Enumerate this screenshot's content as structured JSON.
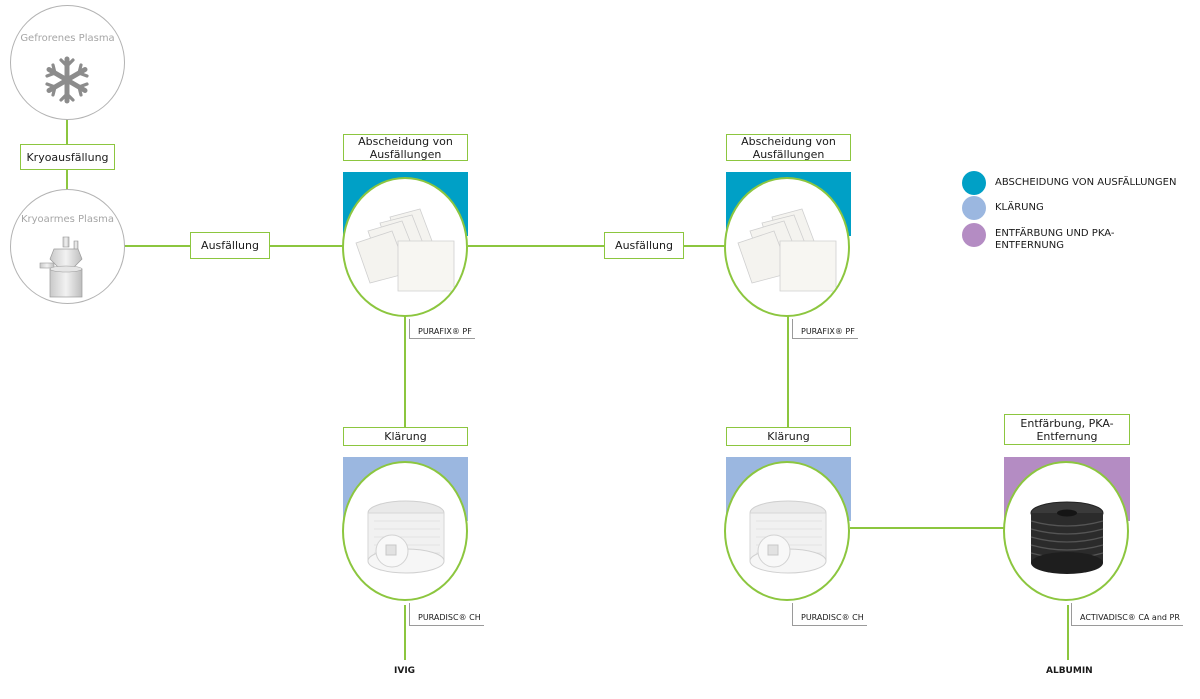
{
  "colors": {
    "precipitate_separation": "#00a0c6",
    "clarification": "#9bb7e0",
    "decolorization": "#b48cc3",
    "connector": "#8cc63f"
  },
  "plasma": {
    "frozen": {
      "title": "Gefrorenes Plasma",
      "icon": "snowflake-icon"
    },
    "cryo_step": "Kryoausfällung",
    "cryo_poor": {
      "title": "Kryoarmes Plasma",
      "icon": "centrifuge-icon"
    }
  },
  "steps": {
    "precip_1": "Ausfällung",
    "precip_2": "Ausfällung",
    "separation_1": "Abscheidung von Ausfällungen",
    "separation_2": "Abscheidung von Ausfällungen",
    "clarification_1": "Klärung",
    "clarification_2": "Klärung",
    "decolor": "Entfärbung, PKA-Entfernung"
  },
  "products": {
    "purafix_1": "PURAFIX® PF",
    "purafix_2": "PURAFIX® PF",
    "puradisc_1": "PURADISC® CH",
    "puradisc_2": "PURADISC® CH",
    "activadisc": "ACTIVADISC® CA and PR"
  },
  "outputs": {
    "ivig": "IVIG",
    "albumin": "ALBUMIN"
  },
  "legend": [
    {
      "label": "ABSCHEIDUNG VON AUSFÄLLUNGEN",
      "color": "#00a0c6"
    },
    {
      "label": "KLÄRUNG",
      "color": "#9bb7e0"
    },
    {
      "label": "ENTFÄRBUNG UND PKA-ENTFERNUNG",
      "color": "#b48cc3"
    }
  ]
}
